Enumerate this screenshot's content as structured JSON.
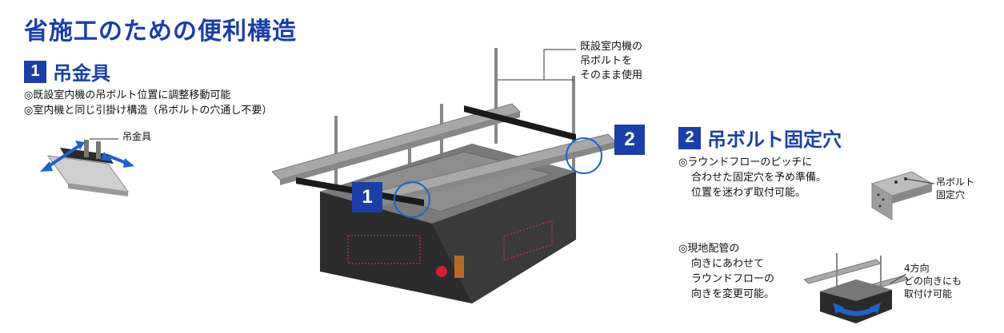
{
  "title": "省施工のための便利構造",
  "section1": {
    "number": "1",
    "heading": "吊金具",
    "notes": [
      "◎既設室内機の吊ボルト位置に調整移動可能",
      "◎室内機と同じ引掛け構造（吊ボルトの穴通し不要）"
    ],
    "thumb_label": "吊金具"
  },
  "section2": {
    "number": "2",
    "heading": "吊ボルト固定穴",
    "notes": [
      "◎ラウンドフローのピッチに",
      "合わせた固定穴を予め準備。",
      "位置を迷わず取付可能。"
    ],
    "thumb_label": [
      "吊ボルト",
      "固定穴"
    ],
    "notes2": [
      "◎現地配管の",
      "向きにあわせて",
      "ラウンドフローの",
      "向きを変更可能。"
    ],
    "thumb2_label": [
      "4方向",
      "どの向きにも",
      "取付け可能"
    ]
  },
  "main_callout": [
    "既設室内機の",
    "吊ボルトを",
    "そのまま使用"
  ],
  "callouts": {
    "one": "1",
    "two": "2"
  },
  "colors": {
    "brand": "#1b3fa6",
    "accent_blue": "#1e63c9",
    "metal": "#a8a8a8",
    "dark": "#2a2a2a"
  }
}
